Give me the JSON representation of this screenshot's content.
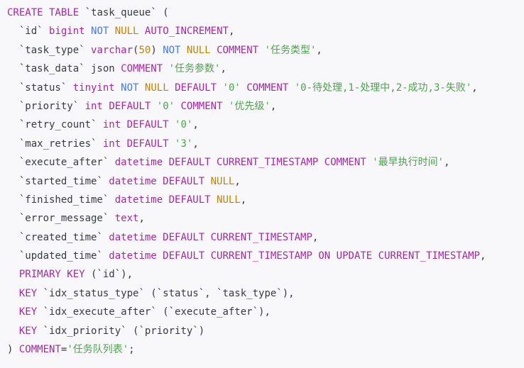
{
  "colors": {
    "keyword": "#a626a4",
    "not": "#4078f2",
    "null": "#c18401",
    "number": "#c18401",
    "string": "#50a14f",
    "text": "#383a42",
    "background": "#f8f8fa"
  },
  "lines": [
    [
      [
        "kw",
        "CREATE TABLE"
      ],
      [
        "plain",
        " `task_queue` ("
      ]
    ],
    [
      [
        "plain",
        "  `id` "
      ],
      [
        "kw",
        "bigint"
      ],
      [
        "plain",
        " "
      ],
      [
        "blue",
        "NOT"
      ],
      [
        "plain",
        " "
      ],
      [
        "null",
        "NULL"
      ],
      [
        "plain",
        " "
      ],
      [
        "kw",
        "AUTO_INCREMENT"
      ],
      [
        "plain",
        ","
      ]
    ],
    [
      [
        "plain",
        "  `task_type` "
      ],
      [
        "kw",
        "varchar"
      ],
      [
        "plain",
        "("
      ],
      [
        "num",
        "50"
      ],
      [
        "plain",
        ") "
      ],
      [
        "blue",
        "NOT"
      ],
      [
        "plain",
        " "
      ],
      [
        "null",
        "NULL"
      ],
      [
        "plain",
        " "
      ],
      [
        "kw",
        "COMMENT"
      ],
      [
        "plain",
        " "
      ],
      [
        "str",
        "'任务类型'"
      ],
      [
        "plain",
        ","
      ]
    ],
    [
      [
        "plain",
        "  `task_data` json "
      ],
      [
        "kw",
        "COMMENT"
      ],
      [
        "plain",
        " "
      ],
      [
        "str",
        "'任务参数'"
      ],
      [
        "plain",
        ","
      ]
    ],
    [
      [
        "plain",
        "  `status` "
      ],
      [
        "kw",
        "tinyint"
      ],
      [
        "plain",
        " "
      ],
      [
        "blue",
        "NOT"
      ],
      [
        "plain",
        " "
      ],
      [
        "null",
        "NULL"
      ],
      [
        "plain",
        " "
      ],
      [
        "kw",
        "DEFAULT"
      ],
      [
        "plain",
        " "
      ],
      [
        "str",
        "'0'"
      ],
      [
        "plain",
        " "
      ],
      [
        "kw",
        "COMMENT"
      ],
      [
        "plain",
        " "
      ],
      [
        "str",
        "'0-待处理,1-处理中,2-成功,3-失败'"
      ],
      [
        "plain",
        ","
      ]
    ],
    [
      [
        "plain",
        "  `priority` "
      ],
      [
        "kw",
        "int"
      ],
      [
        "plain",
        " "
      ],
      [
        "kw",
        "DEFAULT"
      ],
      [
        "plain",
        " "
      ],
      [
        "str",
        "'0'"
      ],
      [
        "plain",
        " "
      ],
      [
        "kw",
        "COMMENT"
      ],
      [
        "plain",
        " "
      ],
      [
        "str",
        "'优先级'"
      ],
      [
        "plain",
        ","
      ]
    ],
    [
      [
        "plain",
        "  `retry_count` "
      ],
      [
        "kw",
        "int"
      ],
      [
        "plain",
        " "
      ],
      [
        "kw",
        "DEFAULT"
      ],
      [
        "plain",
        " "
      ],
      [
        "str",
        "'0'"
      ],
      [
        "plain",
        ","
      ]
    ],
    [
      [
        "plain",
        "  `max_retries` "
      ],
      [
        "kw",
        "int"
      ],
      [
        "plain",
        " "
      ],
      [
        "kw",
        "DEFAULT"
      ],
      [
        "plain",
        " "
      ],
      [
        "str",
        "'3'"
      ],
      [
        "plain",
        ","
      ]
    ],
    [
      [
        "plain",
        "  `execute_after` "
      ],
      [
        "kw",
        "datetime"
      ],
      [
        "plain",
        " "
      ],
      [
        "kw",
        "DEFAULT"
      ],
      [
        "plain",
        " "
      ],
      [
        "kw",
        "CURRENT_TIMESTAMP"
      ],
      [
        "plain",
        " "
      ],
      [
        "kw",
        "COMMENT"
      ],
      [
        "plain",
        " "
      ],
      [
        "str",
        "'最早执行时间'"
      ],
      [
        "plain",
        ","
      ]
    ],
    [
      [
        "plain",
        "  `started_time` "
      ],
      [
        "kw",
        "datetime"
      ],
      [
        "plain",
        " "
      ],
      [
        "kw",
        "DEFAULT"
      ],
      [
        "plain",
        " "
      ],
      [
        "null",
        "NULL"
      ],
      [
        "plain",
        ","
      ]
    ],
    [
      [
        "plain",
        "  `finished_time` "
      ],
      [
        "kw",
        "datetime"
      ],
      [
        "plain",
        " "
      ],
      [
        "kw",
        "DEFAULT"
      ],
      [
        "plain",
        " "
      ],
      [
        "null",
        "NULL"
      ],
      [
        "plain",
        ","
      ]
    ],
    [
      [
        "plain",
        "  `error_message` "
      ],
      [
        "kw",
        "text"
      ],
      [
        "plain",
        ","
      ]
    ],
    [
      [
        "plain",
        "  `created_time` "
      ],
      [
        "kw",
        "datetime"
      ],
      [
        "plain",
        " "
      ],
      [
        "kw",
        "DEFAULT"
      ],
      [
        "plain",
        " "
      ],
      [
        "kw",
        "CURRENT_TIMESTAMP"
      ],
      [
        "plain",
        ","
      ]
    ],
    [
      [
        "plain",
        "  `updated_time` "
      ],
      [
        "kw",
        "datetime"
      ],
      [
        "plain",
        " "
      ],
      [
        "kw",
        "DEFAULT"
      ],
      [
        "plain",
        " "
      ],
      [
        "kw",
        "CURRENT_TIMESTAMP"
      ],
      [
        "plain",
        " "
      ],
      [
        "kw",
        "ON"
      ],
      [
        "plain",
        " "
      ],
      [
        "kw",
        "UPDATE"
      ],
      [
        "plain",
        " "
      ],
      [
        "kw",
        "CURRENT_TIMESTAMP"
      ],
      [
        "plain",
        ","
      ]
    ],
    [
      [
        "plain",
        "  "
      ],
      [
        "kw",
        "PRIMARY KEY"
      ],
      [
        "plain",
        " (`id`),"
      ]
    ],
    [
      [
        "plain",
        "  "
      ],
      [
        "kw",
        "KEY"
      ],
      [
        "plain",
        " `idx_status_type` (`status`, `task_type`),"
      ]
    ],
    [
      [
        "plain",
        "  "
      ],
      [
        "kw",
        "KEY"
      ],
      [
        "plain",
        " `idx_execute_after` (`execute_after`),"
      ]
    ],
    [
      [
        "plain",
        "  "
      ],
      [
        "kw",
        "KEY"
      ],
      [
        "plain",
        " `idx_priority` (`priority`)"
      ]
    ],
    [
      [
        "plain",
        ") "
      ],
      [
        "kw",
        "COMMENT"
      ],
      [
        "plain",
        "="
      ],
      [
        "str",
        "'任务队列表'"
      ],
      [
        "plain",
        ";"
      ]
    ]
  ]
}
